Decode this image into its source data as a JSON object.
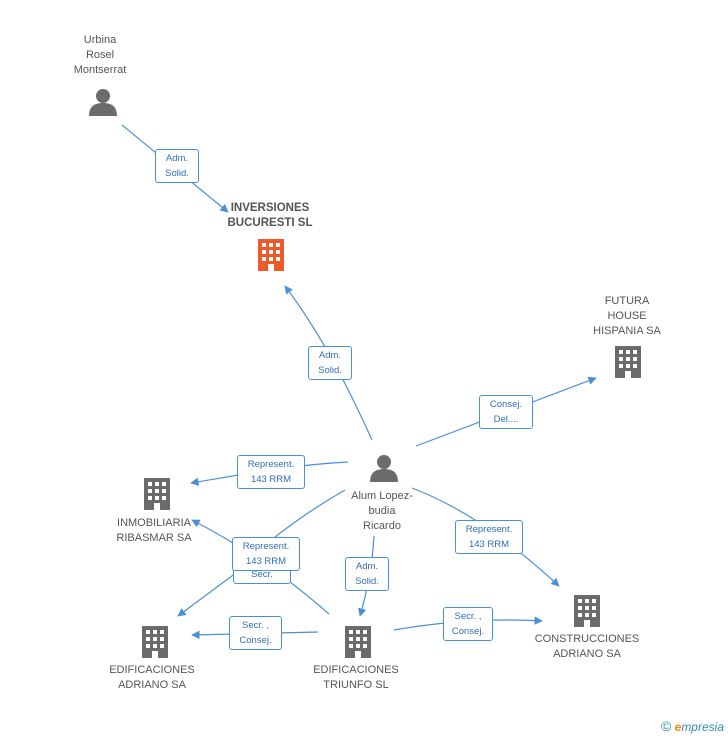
{
  "colors": {
    "edge": "#4a90d9",
    "person": "#6b6b6b",
    "company": "#6b6b6b",
    "focus_company": "#f05a28",
    "label": "#555555"
  },
  "nodes": {
    "urbina": {
      "lines": [
        "Urbina",
        "Rosel",
        "Montserrat"
      ],
      "icon": "person-icon"
    },
    "inversiones": {
      "lines": [
        "INVERSIONES",
        "BUCURESTI SL"
      ],
      "icon": "building-icon"
    },
    "futura": {
      "lines": [
        "FUTURA",
        "HOUSE",
        "HISPANIA SA"
      ],
      "icon": "building-icon"
    },
    "alum": {
      "lines": [
        "Alum Lopez-",
        "budia",
        "Ricardo"
      ],
      "icon": "person-icon"
    },
    "inmobiliaria": {
      "lines": [
        "INMOBILIARIA",
        "RIBASMAR SA"
      ],
      "icon": "building-icon"
    },
    "edif_adriano": {
      "lines": [
        "EDIFICACIONES",
        "ADRIANO SA"
      ],
      "icon": "building-icon"
    },
    "edif_triunfo": {
      "lines": [
        "EDIFICACIONES",
        "TRIUNFO  SL"
      ],
      "icon": "building-icon"
    },
    "construcciones": {
      "lines": [
        "CONSTRUCCIONES",
        "ADRIANO SA"
      ],
      "icon": "building-icon"
    }
  },
  "edges": {
    "urbina_inversiones": [
      "Adm.",
      "Solid."
    ],
    "alum_inversiones": [
      "Adm.",
      "Solid."
    ],
    "alum_futura": [
      "Consej.",
      "Del...."
    ],
    "alum_inmobiliaria": [
      "Represent.",
      "143 RRM"
    ],
    "alum_inmobiliaria_2": [
      "Represent.",
      "143 RRM"
    ],
    "triunfo_inmobiliaria": [
      "Secr."
    ],
    "alum_construcciones": [
      "Represent.",
      "143 RRM"
    ],
    "alum_triunfo": [
      "Adm.",
      "Solid."
    ],
    "triunfo_adriano": [
      "Secr. ,",
      "Consej."
    ],
    "triunfo_construcciones": [
      "Secr. ,",
      "Consej."
    ]
  },
  "brand": {
    "copyright": "©",
    "e": "e",
    "rest": "mpresia"
  }
}
